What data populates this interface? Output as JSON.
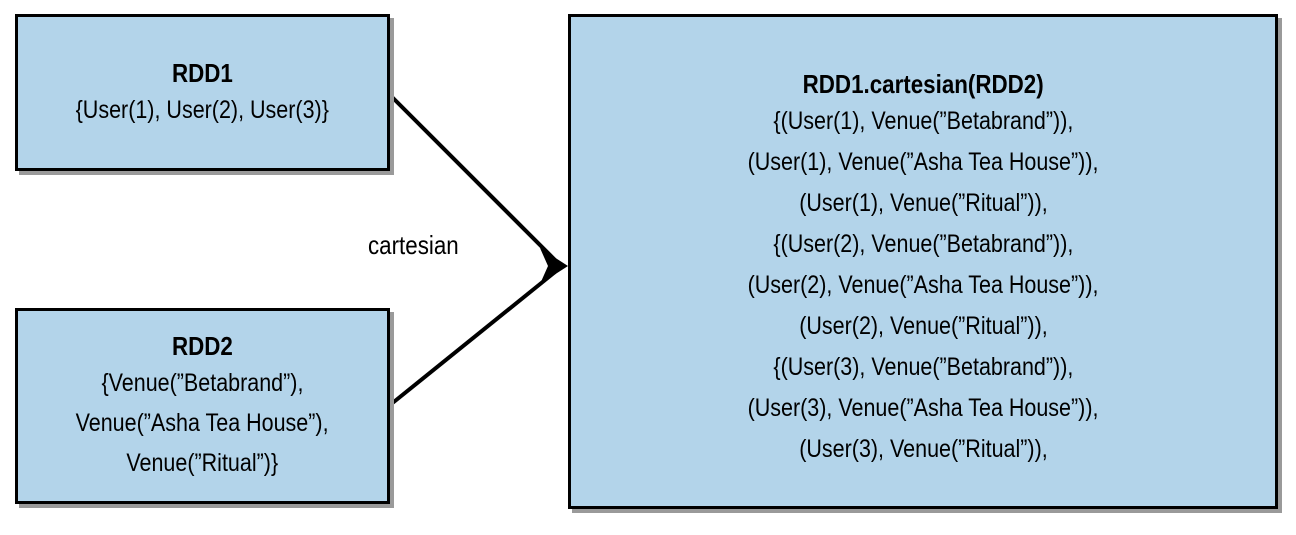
{
  "rdd1": {
    "title": "RDD1",
    "lines": [
      "{User(1), User(2), User(3)}"
    ]
  },
  "rdd2": {
    "title": "RDD2",
    "lines": [
      "{Venue(”Betabrand”),",
      "Venue(”Asha Tea House”),",
      "Venue(”Ritual”)}"
    ]
  },
  "edge_label": "cartesian",
  "result": {
    "title": "RDD1.cartesian(RDD2)",
    "lines": [
      "{(User(1), Venue(”Betabrand”)),",
      "(User(1), Venue(”Asha Tea House”)),",
      "(User(1), Venue(”Ritual”)),",
      "{(User(2), Venue(”Betabrand”)),",
      "(User(2), Venue(”Asha Tea House”)),",
      "(User(2), Venue(”Ritual”)),",
      "{(User(3), Venue(”Betabrand”)),",
      "(User(3), Venue(”Asha Tea House”)),",
      "(User(3), Venue(”Ritual”)),"
    ]
  }
}
